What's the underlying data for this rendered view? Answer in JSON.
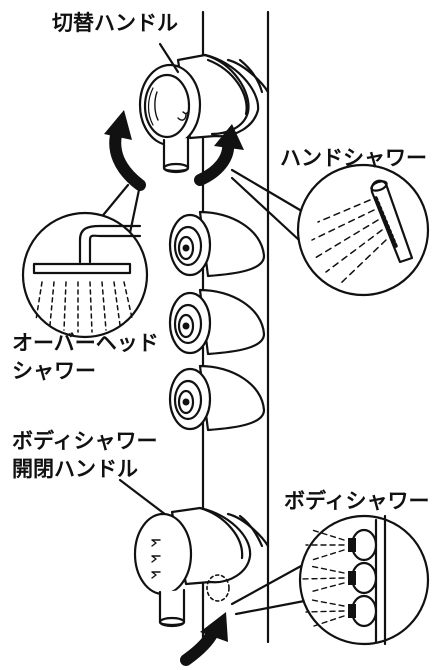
{
  "labels": {
    "switch_handle": "切替ハンドル",
    "hand_shower": "ハンドシャワー",
    "overhead_line1": "オーバーヘッド",
    "overhead_line2": "シャワー",
    "body_handle_line1": "ボディシャワー",
    "body_handle_line2": "開閉ハンドル",
    "body_shower": "ボディシャワー"
  },
  "colors": {
    "ink": "#111111",
    "background": "#ffffff"
  }
}
